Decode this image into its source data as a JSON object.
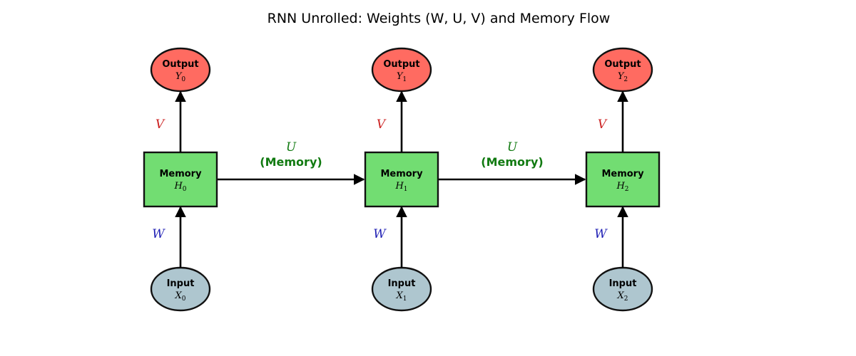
{
  "title": "RNN Unrolled: Weights (W, U, V) and Memory Flow",
  "colors": {
    "output_fill": "#ff6b61",
    "memory_fill": "#72dd72",
    "input_fill": "#aec6cf",
    "stroke": "#111111",
    "w_color": "#1f1fb4",
    "u_color": "#117a11",
    "v_color": "#cc2222"
  },
  "weights": {
    "w": "W",
    "v": "V",
    "u": "U",
    "u_caption": "(Memory)"
  },
  "steps": [
    {
      "output": {
        "label": "Output",
        "symbol": "Y",
        "sub": "0"
      },
      "memory": {
        "label": "Memory",
        "symbol": "H",
        "sub": "0"
      },
      "input": {
        "label": "Input",
        "symbol": "X",
        "sub": "0"
      }
    },
    {
      "output": {
        "label": "Output",
        "symbol": "Y",
        "sub": "1"
      },
      "memory": {
        "label": "Memory",
        "symbol": "H",
        "sub": "1"
      },
      "input": {
        "label": "Input",
        "symbol": "X",
        "sub": "1"
      }
    },
    {
      "output": {
        "label": "Output",
        "symbol": "Y",
        "sub": "2"
      },
      "memory": {
        "label": "Memory",
        "symbol": "H",
        "sub": "2"
      },
      "input": {
        "label": "Input",
        "symbol": "X",
        "sub": "2"
      }
    }
  ]
}
